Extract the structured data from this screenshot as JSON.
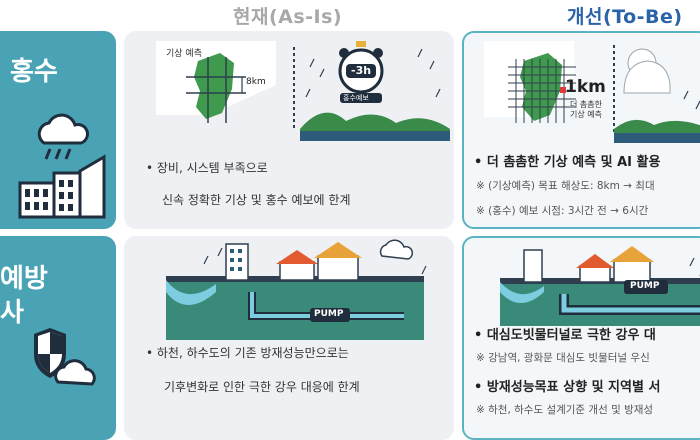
{
  "columns": {
    "as_is": "현재(As-Is)",
    "to_be": "개선(To-Be)"
  },
  "rows": [
    {
      "label": "홍수",
      "as_is": {
        "map_label": "기상 예측",
        "grid_label": "8km",
        "clock_label": "-3h",
        "clock_sub": "홍수예보",
        "line1": "• 장비, 시스템 부족으로",
        "line2": "신속 정확한 기상 및 홍수 예보에 한계"
      },
      "to_be": {
        "grid_label": "1km",
        "grid_sub1": "더 촘촘한",
        "grid_sub2": "기상 예측",
        "heading": "• 더 촘촘한 기상 예측 및 AI 활용",
        "sub1": "※ (기상예측) 목표 해상도: 8km → 최대",
        "sub2": "※ (홍수) 예보 시점: 3시간 전 → 6시간"
      }
    },
    {
      "label1": "예방",
      "label2": "사",
      "as_is": {
        "pump_label": "PUMP",
        "line1": "• 하천, 하수도의 기존 방재성능만으로는",
        "line2": "기후변화로 인한 극한 강우 대응에 한계"
      },
      "to_be": {
        "pump_label": "PUMP",
        "heading1": "• 대심도빗물터널로 극한 강우 대",
        "sub1": "※ 강남역, 광화문 대심도 빗물터널 우신",
        "heading2": "• 방재성능목표 상향 및 지역별 서",
        "sub2": "※ 하천, 하수도 설계기준 개선 및 방재성"
      }
    }
  ],
  "colors": {
    "tab": "#4aa3b5",
    "panel": "#eef0f3",
    "accent_border": "#5ab3c2",
    "to_be_title": "#2a63a8",
    "as_is_title": "#a8a8a8"
  }
}
